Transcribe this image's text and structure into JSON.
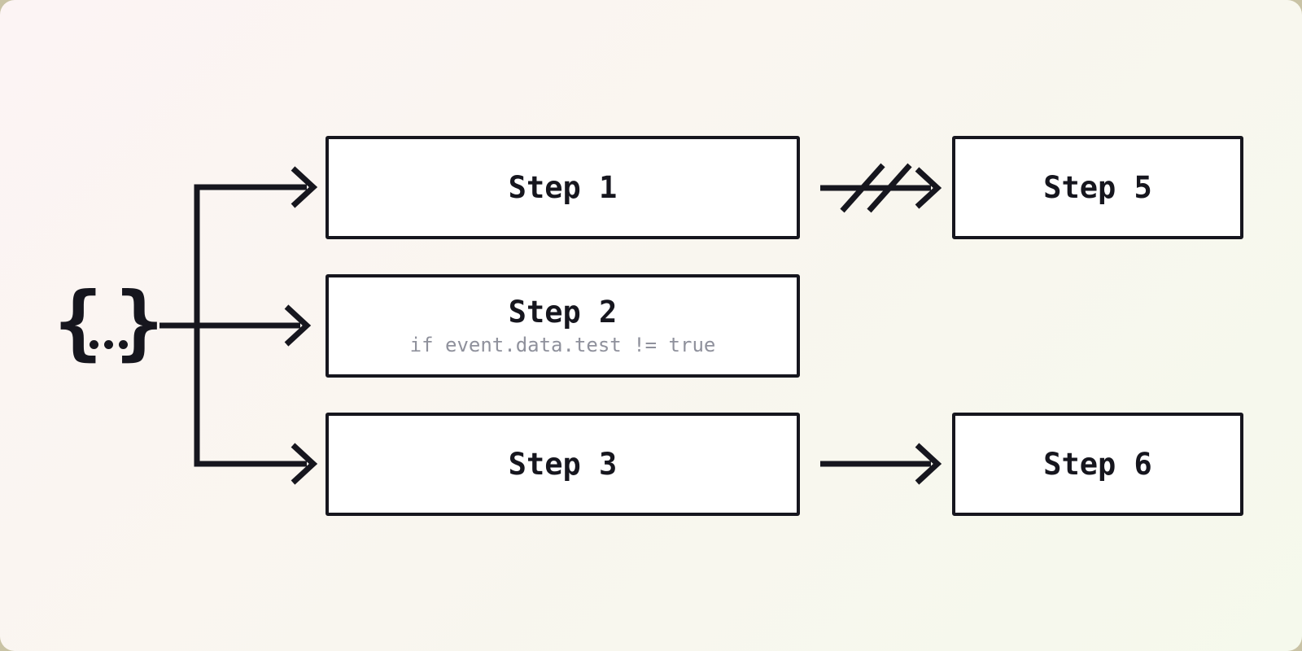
{
  "diagram": {
    "type": "workflow-flowchart",
    "source": {
      "open_brace": "{",
      "close_brace": "}",
      "dots": "...",
      "meaning": "event payload"
    },
    "nodes": {
      "step1": {
        "label": "Step 1"
      },
      "step2": {
        "label": "Step 2",
        "condition": "if event.data.test != true"
      },
      "step3": {
        "label": "Step 3"
      },
      "step5": {
        "label": "Step 5"
      },
      "step6": {
        "label": "Step 6"
      }
    },
    "edges": [
      {
        "from": "source",
        "to": "step1",
        "style": "solid-arrow"
      },
      {
        "from": "source",
        "to": "step2",
        "style": "solid-arrow"
      },
      {
        "from": "source",
        "to": "step3",
        "style": "solid-arrow"
      },
      {
        "from": "step1",
        "to": "step5",
        "style": "cancelled-arrow-double-slash"
      },
      {
        "from": "step3",
        "to": "step6",
        "style": "solid-arrow"
      }
    ],
    "colors": {
      "ink": "#16161e",
      "node_fill": "#ffffff",
      "condition_text": "#8f919c",
      "canvas_gradient_start": "#fcf4f4",
      "canvas_gradient_end": "#f5f9ec",
      "backdrop": "#c9c3a5"
    }
  }
}
